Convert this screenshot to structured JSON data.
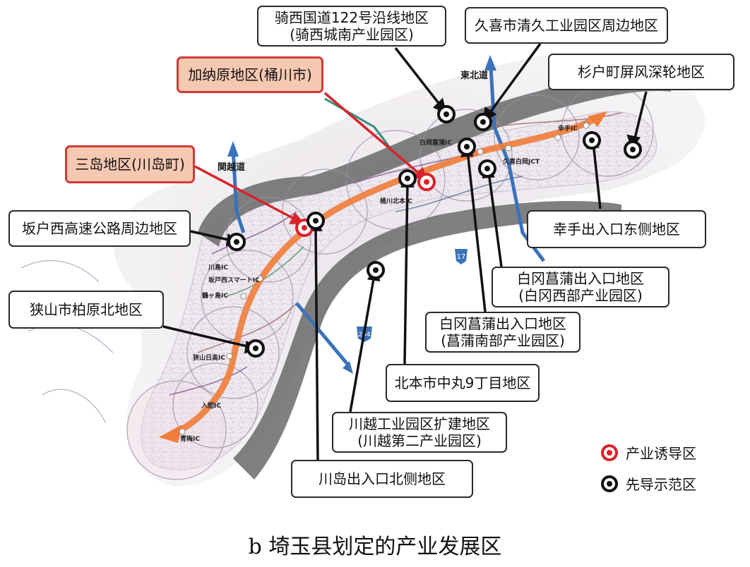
{
  "caption": "b 埼玉县划定的产业发展区",
  "map_labels": {
    "tohoku_road": "東北道",
    "kanetsu_road": "関越道",
    "route_17": "17",
    "route_254": "254",
    "shiraoka_ic": "白岡菖蒲IC",
    "okegawa_ic": "桶川北本IC",
    "tsurugashima_ic": "鶴ヶ島IC",
    "sayama_ic": "狭山日高IC",
    "iruma_ic": "入間IC",
    "ome_ic": "青梅IC",
    "kuki_ic": "久喜白岡JCT",
    "satte_ic": "幸手IC",
    "kawajima_ic": "川島IC",
    "sakado_ic": "坂戸西スマートIC"
  },
  "callouts": {
    "kisai": [
      "骑西国道122号沿线地区",
      "(骑西城南产业园区)"
    ],
    "kuki": [
      "久喜市清久工业园区周边地区"
    ],
    "kano": [
      "加纳原地区(桶川市)"
    ],
    "sugito": [
      "杉户町屏风深轮地区"
    ],
    "mishima": [
      "三岛地区(川岛町)"
    ],
    "sakado": [
      "坂户西高速公路周边地区"
    ],
    "satte": [
      "幸手出入口东侧地区"
    ],
    "shiraoka_west": [
      "白冈菖蒲出入口地区",
      "(白冈西部产业园区)"
    ],
    "sayama": [
      "狭山市柏原北地区"
    ],
    "shiraoka_south": [
      "白冈菖蒲出入口地区",
      "(菖蒲南部产业园区)"
    ],
    "kitamoto": [
      "北本市中丸9丁目地区"
    ],
    "kawagoe": [
      "川越工业园区扩建地区",
      "(川越第二产业园区)"
    ],
    "kawajima": [
      "川岛出入口北侧地区"
    ]
  },
  "legend": {
    "industry": "产业诱导区",
    "pilot": "先导示范区"
  },
  "colors": {
    "industry_marker": "#d9232a",
    "pilot_marker": "#111111",
    "corridor_band": "#5f5f5f",
    "route_orange": "#f07c3a",
    "highway_blue": "#3b72b8",
    "red_callout_fill": "#f7c8b1"
  }
}
